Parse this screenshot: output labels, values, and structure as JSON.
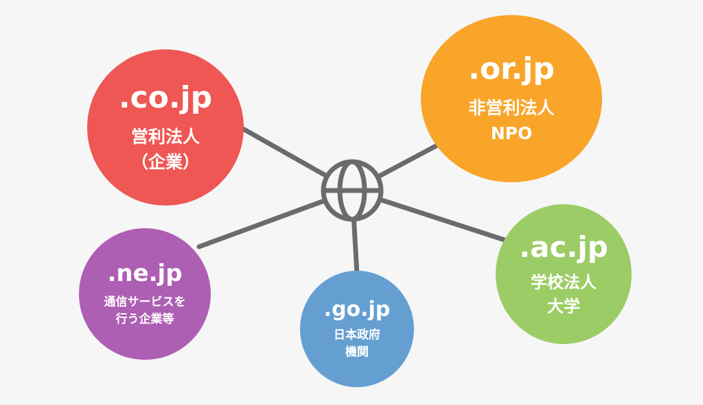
{
  "colors": {
    "line": "#6b6b6b",
    "co": "#ee5753",
    "or": "#f9a52a",
    "ne": "#ad5fb4",
    "go": "#659fd2",
    "ac": "#9ccc65",
    "background": "#f6f6f6"
  },
  "center_icon": "globe-icon",
  "nodes": {
    "co": {
      "domain": ".co.jp",
      "line1": "営利法人",
      "line2": "（企業）"
    },
    "or": {
      "domain": ".or.jp",
      "line1": "非営利法人",
      "line2": "NPO"
    },
    "ne": {
      "domain": ".ne.jp",
      "line1": "通信サービスを",
      "line2": "行う企業等"
    },
    "go": {
      "domain": ".go.jp",
      "line1": "日本政府",
      "line2": "機関"
    },
    "ac": {
      "domain": ".ac.jp",
      "line1": "学校法人",
      "line2": "大学"
    }
  }
}
